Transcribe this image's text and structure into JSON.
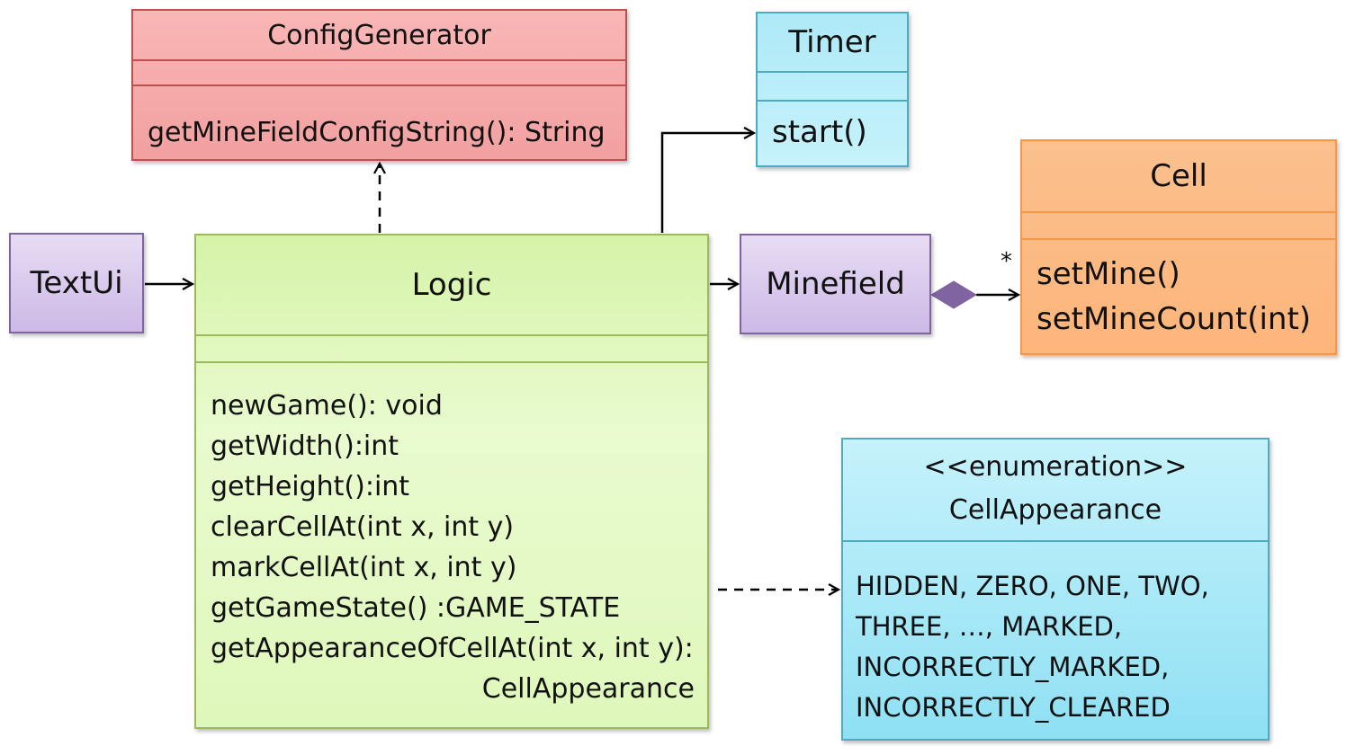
{
  "classes": {
    "config_generator": {
      "name": "ConfigGenerator",
      "methods": [
        "getMineFieldConfigString(): String"
      ]
    },
    "timer": {
      "name": "Timer",
      "methods": [
        "start()"
      ]
    },
    "cell": {
      "name": "Cell",
      "methods": [
        "setMine()",
        "setMineCount(int)"
      ]
    },
    "text_ui": {
      "name": "TextUi"
    },
    "logic": {
      "name": "Logic",
      "methods": [
        "newGame(): void",
        "getWidth():int",
        "getHeight():int",
        "clearCellAt(int x, int y)",
        "markCellAt(int x, int y)",
        "getGameState() :GAME_STATE",
        "getAppearanceOfCellAt(int x, int y):",
        "CellAppearance"
      ]
    },
    "minefield": {
      "name": "Minefield"
    },
    "cell_appearance": {
      "stereotype": "<<enumeration>>",
      "name": "CellAppearance",
      "values": [
        "HIDDEN, ZERO, ONE, TWO,",
        "THREE, …, MARKED,",
        "INCORRECTLY_MARKED,",
        "INCORRECTLY_CLEARED"
      ]
    }
  },
  "relations": {
    "composition_multiplicity": "*"
  },
  "colors": {
    "config_generator": "#f2a0a0",
    "timer": "#aee9f7",
    "cell": "#fbc08e",
    "text_ui": "#cdb9e6",
    "logic": "#dff7bb",
    "minefield": "#cdb9e6",
    "cell_appearance": "#8fe0f4",
    "composition_diamond": "#8064a2"
  }
}
